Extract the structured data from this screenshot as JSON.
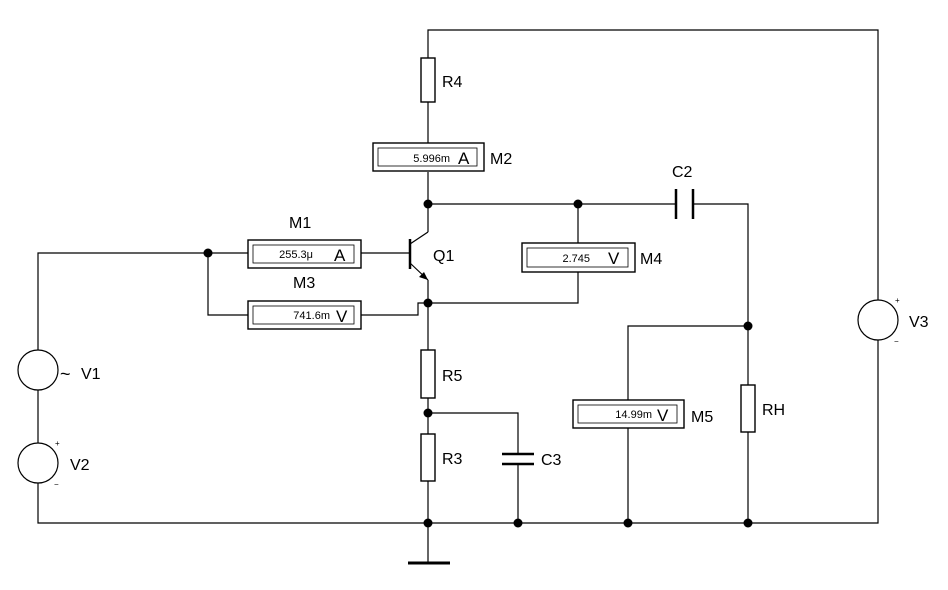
{
  "components": {
    "r4": "R4",
    "r5": "R5",
    "r3": "R3",
    "rh": "RH",
    "c2": "C2",
    "c3": "C3",
    "q1": "Q1",
    "v1": "V1",
    "v2": "V2",
    "v3": "V3",
    "v1_symbol": "~"
  },
  "meters": {
    "m1": {
      "label": "M1",
      "value": "255.3μ",
      "unit": "A"
    },
    "m2": {
      "label": "M2",
      "value": "5.996m",
      "unit": "A"
    },
    "m3": {
      "label": "M3",
      "value": "741.6m",
      "unit": "V"
    },
    "m4": {
      "label": "M4",
      "value": "2.745",
      "unit": "V"
    },
    "m5": {
      "label": "M5",
      "value": "14.99m",
      "unit": "V"
    }
  },
  "polarity": {
    "plus": "+",
    "minus": "−"
  }
}
